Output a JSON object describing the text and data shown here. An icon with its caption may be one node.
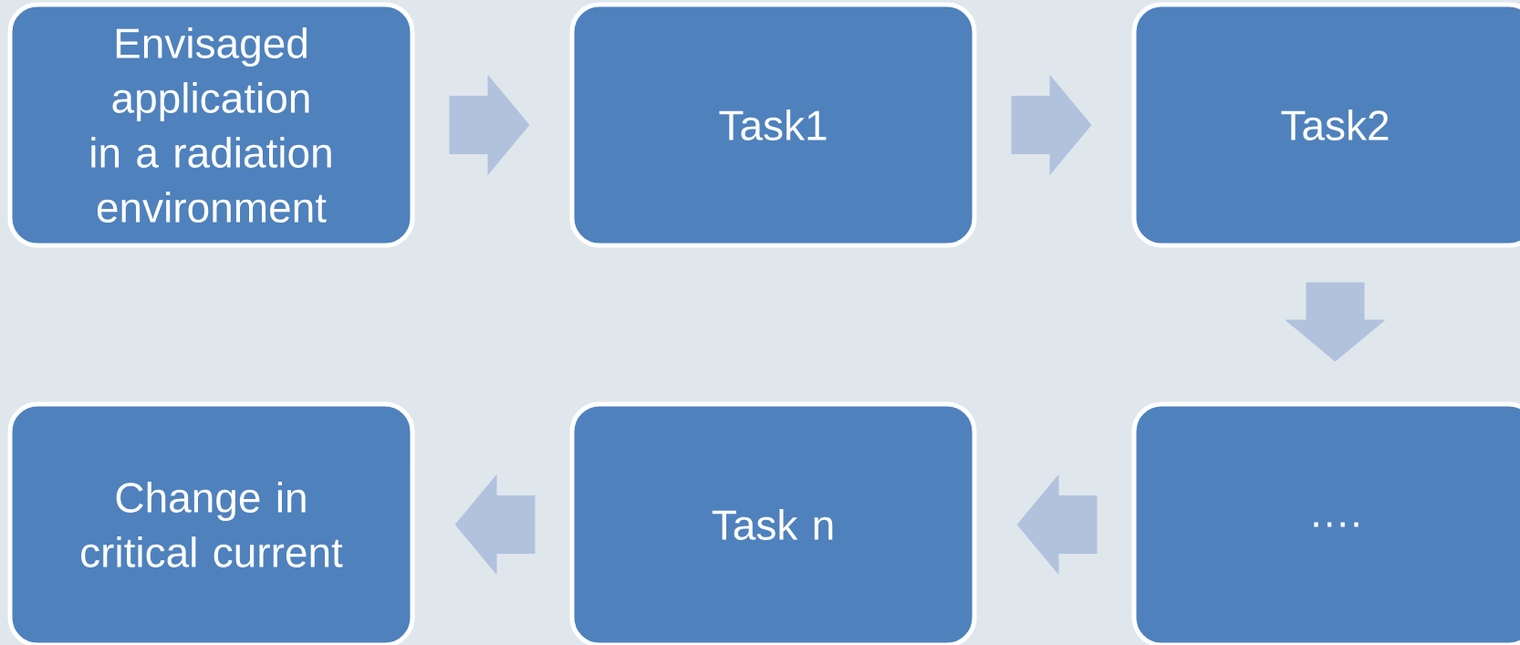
{
  "diagram": {
    "nodes": [
      {
        "text": [
          "Envisaged application in a radiation environment"
        ]
      },
      {
        "text": [
          "Task1"
        ]
      },
      {
        "text": [
          "Task2"
        ]
      },
      {
        "text": [
          "…."
        ]
      },
      {
        "text": [
          "Task n"
        ]
      },
      {
        "text": [
          "Change in critical current"
        ]
      }
    ],
    "edges": [
      {
        "from": 0,
        "to": 1,
        "arrow": "to"
      },
      {
        "from": 1,
        "to": 2,
        "arrow": "to"
      },
      {
        "from": 2,
        "to": 3,
        "arrow": "to"
      },
      {
        "from": 3,
        "to": 4,
        "arrow": "to"
      },
      {
        "from": 4,
        "to": 5,
        "arrow": "to"
      }
    ]
  }
}
